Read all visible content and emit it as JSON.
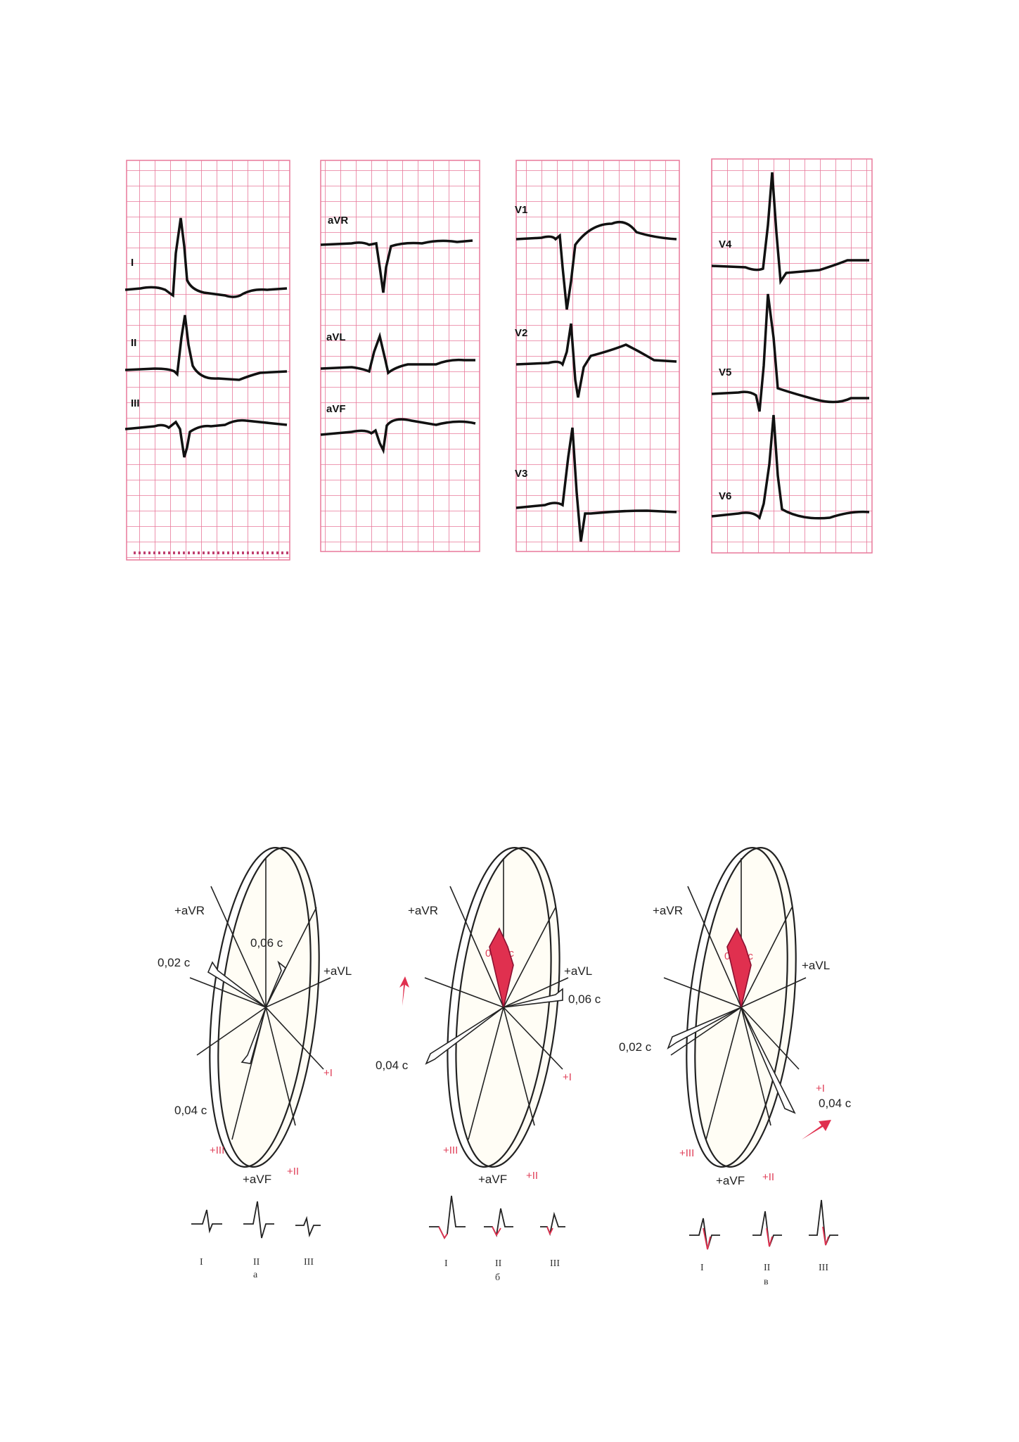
{
  "ecg_panels": [
    {
      "leads": [
        "I",
        "II",
        "III"
      ]
    },
    {
      "leads": [
        "aVR",
        "aVL",
        "aVF"
      ]
    },
    {
      "leads": [
        "V1",
        "V2",
        "V3"
      ]
    },
    {
      "leads": [
        "V4",
        "V5",
        "V6"
      ]
    }
  ],
  "diagrams": [
    {
      "letter": "а",
      "labels": {
        "avr": "+aVR",
        "avl": "+aVL",
        "avf": "+aVF",
        "plus_i": "+I",
        "plus_ii": "+II",
        "plus_iii": "+III"
      },
      "vectors": [
        {
          "label": "0,02 c"
        },
        {
          "label": "0,06 c"
        },
        {
          "label": "0,04 c"
        }
      ],
      "complex_labels": [
        "I",
        "II",
        "III"
      ]
    },
    {
      "letter": "б",
      "labels": {
        "avr": "+aVR",
        "avl": "+aVL",
        "avf": "+aVF",
        "plus_i": "+I",
        "plus_ii": "+II",
        "plus_iii": "+III"
      },
      "vectors": [
        {
          "label": "0,02 c"
        },
        {
          "label": "0,06 c"
        },
        {
          "label": "0,04 c"
        }
      ],
      "complex_labels": [
        "I",
        "II",
        "III"
      ]
    },
    {
      "letter": "в",
      "labels": {
        "avr": "+aVR",
        "avl": "+aVL",
        "avf": "+aVF",
        "plus_i": "+I",
        "plus_ii": "+II",
        "plus_iii": "+III"
      },
      "vectors": [
        {
          "label": "0,06 c"
        },
        {
          "label": "0,02 c"
        },
        {
          "label": "0,04 c"
        }
      ],
      "complex_labels": [
        "I",
        "II",
        "III"
      ]
    }
  ],
  "colors": {
    "grid": "#e8789a",
    "trace": "#111111",
    "accent": "#e0304f"
  }
}
